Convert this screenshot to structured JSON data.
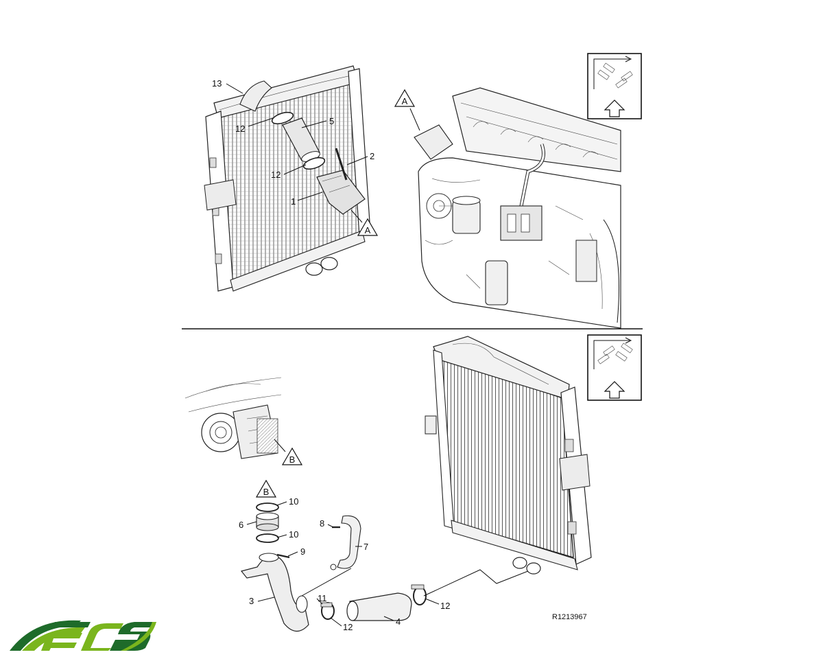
{
  "reference_code": "R1213967",
  "detail_marks": {
    "a": "A",
    "b": "B"
  },
  "callouts": {
    "c13": "13",
    "c12a": "12",
    "c5": "5",
    "c2": "2",
    "c12b": "12",
    "c1": "1",
    "c10a": "10",
    "c6": "6",
    "c10b": "10",
    "c9": "9",
    "c8": "8",
    "c7": "7",
    "c3": "3",
    "c11": "11",
    "c12c": "12",
    "c4": "4",
    "c12d": "12"
  },
  "colors": {
    "logo_green": "#7ab51d",
    "logo_dark_green": "#1e6b2a",
    "line": "#111111"
  },
  "icons": [
    "front-direction-icon-top",
    "front-direction-icon-bottom",
    "ecs-logo"
  ]
}
